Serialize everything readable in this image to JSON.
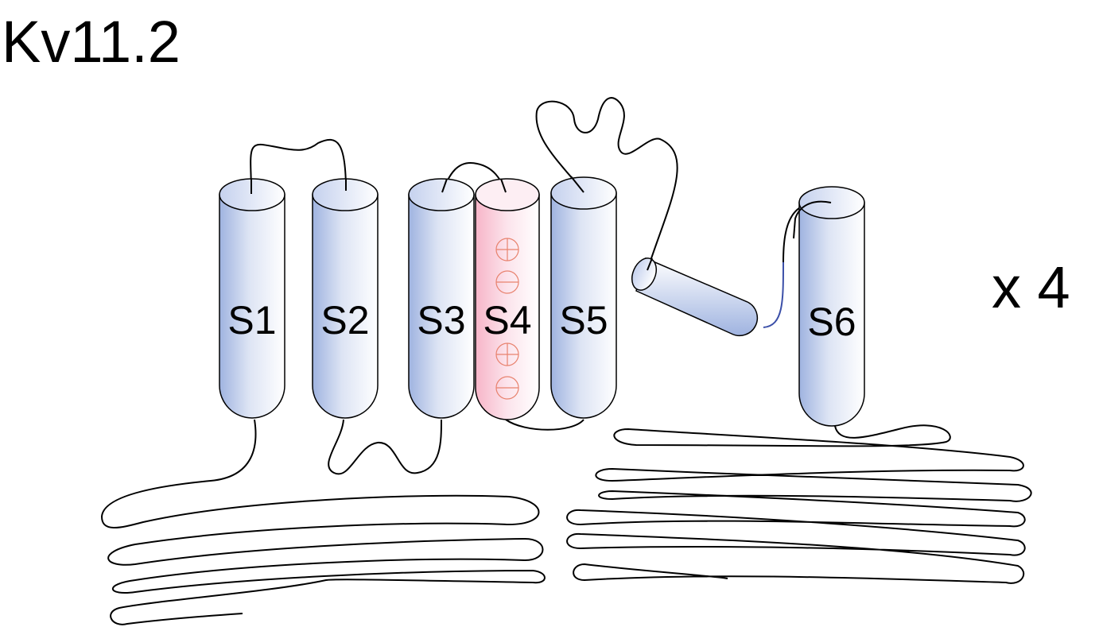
{
  "title": "Kv11.2",
  "multiplier": "x 4",
  "segments": [
    "S1",
    "S2",
    "S3",
    "S4",
    "S5",
    "S6"
  ],
  "colors": {
    "helix": "#9fb3e0",
    "voltage_sensor": "#f7b5c8",
    "charge": "#e8826e",
    "linker": "#3b4fa8"
  },
  "s4_charges": [
    "plus",
    "minus",
    "plus",
    "minus"
  ]
}
